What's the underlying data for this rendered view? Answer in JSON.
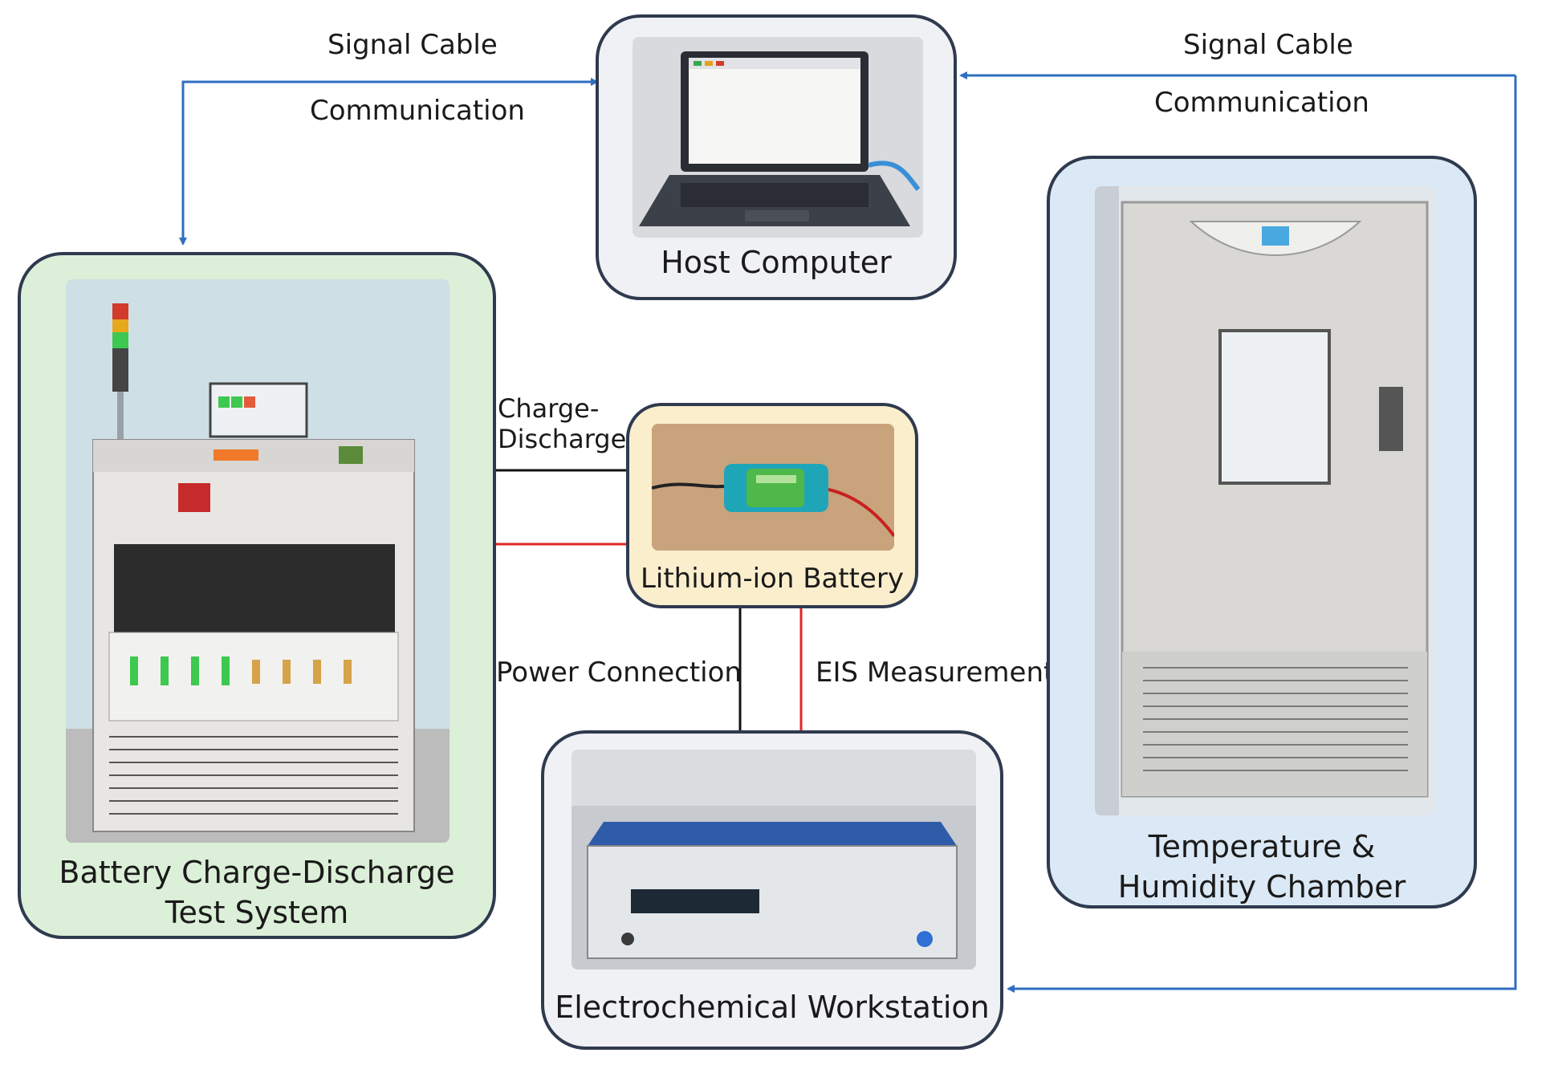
{
  "labels": {
    "signal_left": "Signal Cable",
    "comm_left": "Communication",
    "signal_right": "Signal Cable",
    "comm_right": "Communication",
    "charge_line1": "Charge-",
    "charge_line2": "Discharge",
    "power": "Power Connection",
    "eis": "EIS Measurement"
  },
  "nodes": {
    "host": {
      "label": "Host Computer"
    },
    "tester": {
      "line1": "Battery Charge-Discharge",
      "line2": "Test System"
    },
    "battery": {
      "label": "Lithium-ion Battery"
    },
    "chamber": {
      "line1": "Temperature &",
      "line2": "Humidity Chamber"
    },
    "workstation": {
      "label": "Electrochemical Workstation"
    }
  },
  "colors": {
    "signal": "#2e6fc0",
    "power": "#111111",
    "measure": "#e02626",
    "tester_bg": "#dcefd8",
    "chamber_bg": "#dbe8f5",
    "battery_bg": "#fbeecd",
    "neutral_bg": "#f0f1f4"
  }
}
